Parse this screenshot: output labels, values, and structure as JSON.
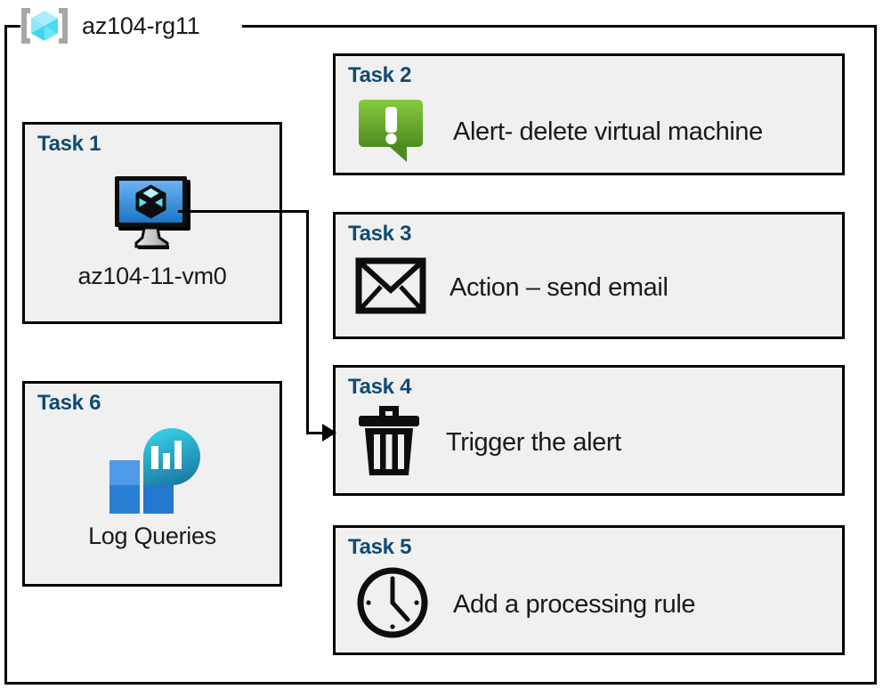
{
  "resource_group": {
    "icon": "resource-group-cube-icon",
    "label": "az104-rg11"
  },
  "colors": {
    "task_label": "#104a73",
    "card_fill": "#f0f0f0",
    "card_border": "#000000",
    "alert_green_light": "#7cc142",
    "alert_green_dark": "#4e8b1f",
    "vm_blue_light": "#6cb0f0",
    "vm_blue_dark": "#1a76c8",
    "log_tile_blue": "#2a7fd4",
    "log_tile_blue_light": "#4f9ae8",
    "log_circle_cyan": "#32ccdf",
    "log_circle_teal": "#1f7fa8",
    "rg_cube_cyan": "#3fd7f0",
    "rg_bracket_gray": "#a6a6a6"
  },
  "cards": [
    {
      "id": "task1",
      "title": "Task 1",
      "caption": "az104-11-vm0",
      "icon": "virtual-machine-icon",
      "layout": "left-column"
    },
    {
      "id": "task6",
      "title": "Task 6",
      "caption": "Log Queries",
      "icon": "log-queries-icon",
      "layout": "left-column"
    },
    {
      "id": "task2",
      "title": "Task 2",
      "caption": "Alert- delete virtual machine",
      "icon": "alert-callout-icon",
      "layout": "right-column"
    },
    {
      "id": "task3",
      "title": "Task 3",
      "caption": "Action – send email",
      "icon": "envelope-icon",
      "layout": "right-column"
    },
    {
      "id": "task4",
      "title": "Task 4",
      "caption": "Trigger the alert",
      "icon": "trash-can-icon",
      "layout": "right-column"
    },
    {
      "id": "task5",
      "title": "Task 5",
      "caption": "Add a processing rule",
      "icon": "clock-icon",
      "layout": "right-column"
    }
  ],
  "connector": {
    "from": "task1-virtual-machine-icon",
    "to": "task4-card",
    "arrow": "arrowhead-right"
  }
}
